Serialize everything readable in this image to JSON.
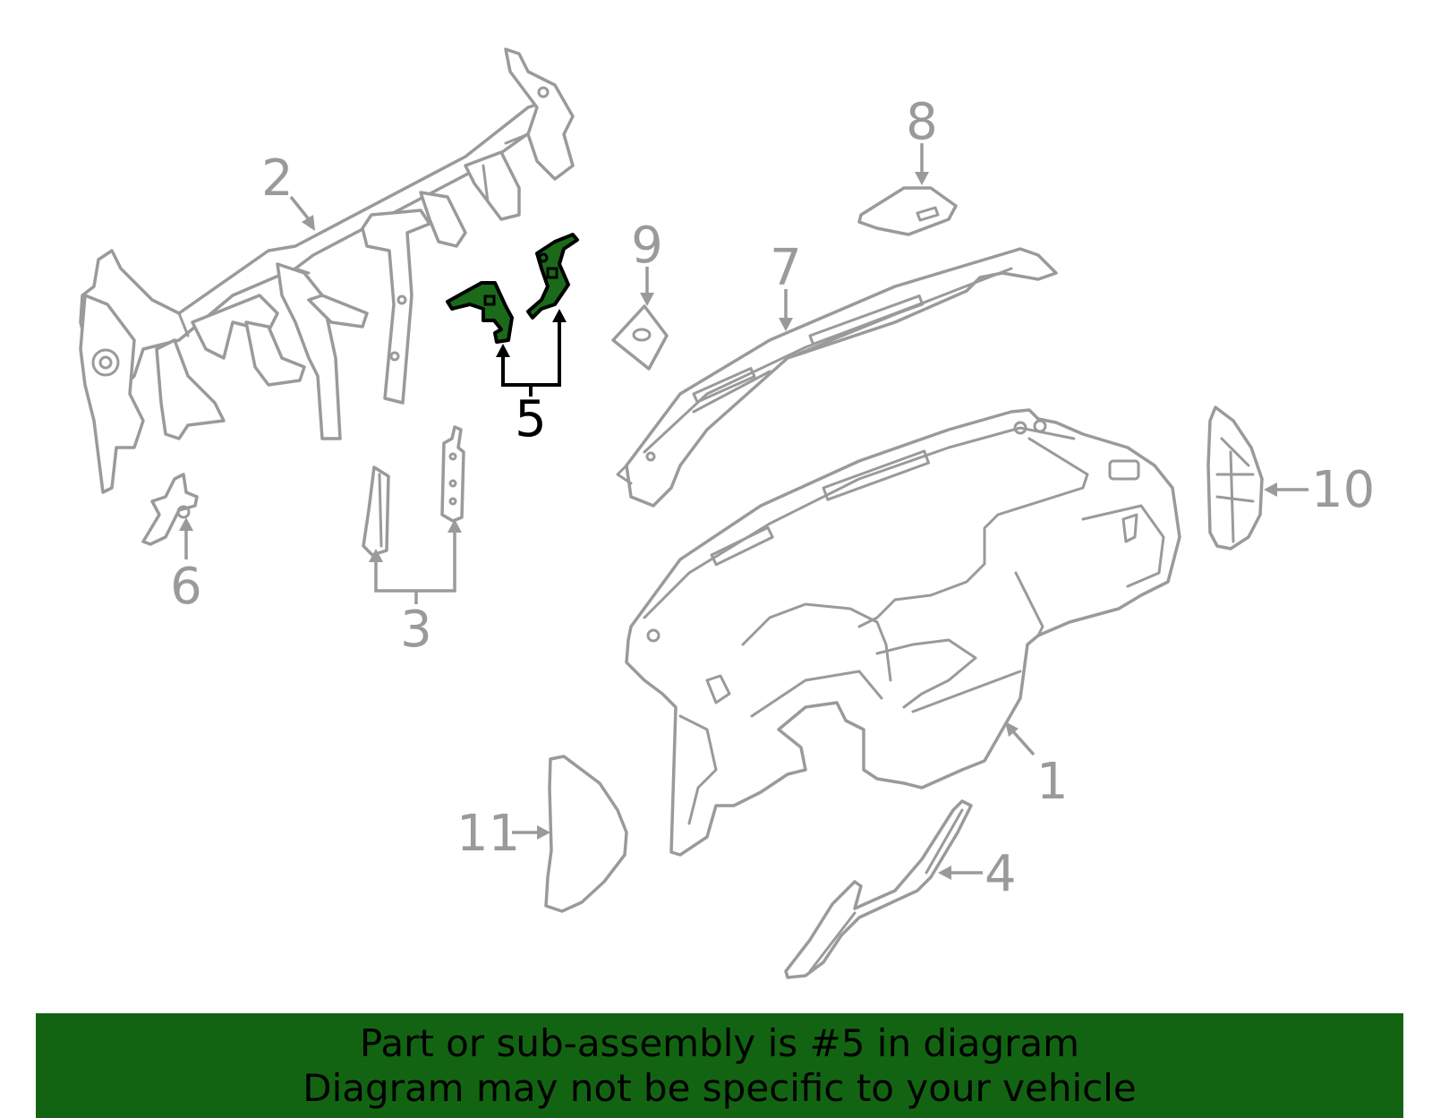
{
  "callouts": {
    "c1": "1",
    "c2": "2",
    "c3": "3",
    "c4": "4",
    "c5": "5",
    "c6": "6",
    "c7": "7",
    "c8": "8",
    "c9": "9",
    "c10": "10",
    "c11": "11"
  },
  "highlighted_part": "5",
  "banner": {
    "line1": "Part or sub-assembly is #5 in diagram",
    "line2": "Diagram may not be specific to your vehicle"
  },
  "colors": {
    "banner_bg": "#136412",
    "highlight_fill": "#1a6a1a",
    "line_gray": "#9a9a9a"
  }
}
